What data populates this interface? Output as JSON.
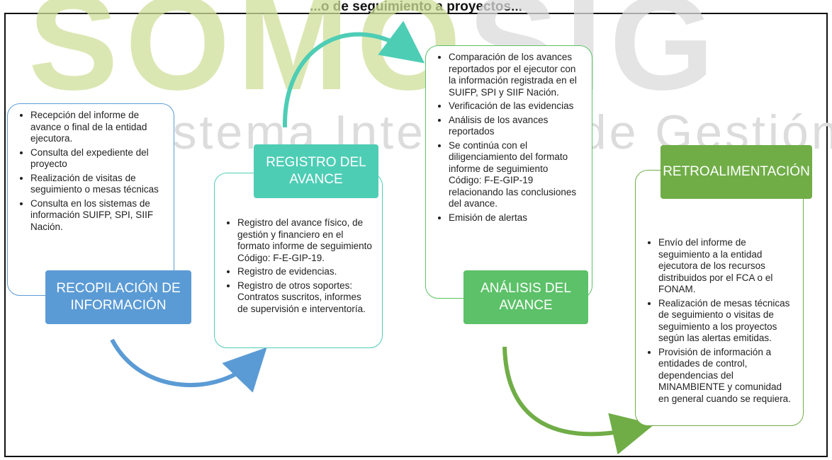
{
  "header": {
    "title": "...o de seguimiento a proyectos..."
  },
  "watermark": {
    "brand_left": "SOMO",
    "brand_right": "SIG",
    "subtitle": "Sistema Integrado de Gestión"
  },
  "stages": [
    {
      "label": "RECOPILACIÓN DE INFORMACIÓN",
      "color": "#5b9bd5",
      "items": [
        "Recepción del informe de avance o final de la entidad ejecutora.",
        "Consulta del expediente del proyecto",
        "Realización de visitas de seguimiento o mesas técnicas",
        "Consulta en los sistemas de información SUIFP, SPI, SIIF Nación."
      ]
    },
    {
      "label": "REGISTRO DEL AVANCE",
      "color": "#4ecdb5",
      "items": [
        "Registro del avance físico, de gestión y financiero en el formato informe de seguimiento Código: F-E-GIP-19.",
        "Registro de evidencias.",
        "Registro de otros soportes: Contratos suscritos, informes de supervisión e interventoría."
      ]
    },
    {
      "label": "ANÁLISIS DEL AVANCE",
      "color": "#5cc168",
      "items": [
        "Comparación de los avances reportados por el ejecutor con la información registrada en el SUIFP, SPI y SIIF Nación.",
        "Verificación de las evidencias",
        "Análisis de los avances reportados",
        "Se continúa con el diligenciamiento del formato informe de seguimiento Código: F-E-GIP-19 relacionando las conclusiones del avance.",
        "Emisión de alertas"
      ]
    },
    {
      "label": "RETROALIMENTACIÓN",
      "color": "#70ad47",
      "items": [
        "Envío del informe de seguimiento a la entidad ejecutora de los recursos distribuidos por el  FCA o el FONAM.",
        "Realización de mesas técnicas de seguimiento o visitas de seguimiento a los proyectos según las alertas emitidas.",
        "Provisión de información a entidades de control, dependencias del MINAMBIENTE y comunidad en general cuando se requiera."
      ]
    }
  ],
  "arrow_colors": [
    "#5b9bd5",
    "#4ecdb5",
    "#5cc168",
    "#70ad47"
  ]
}
